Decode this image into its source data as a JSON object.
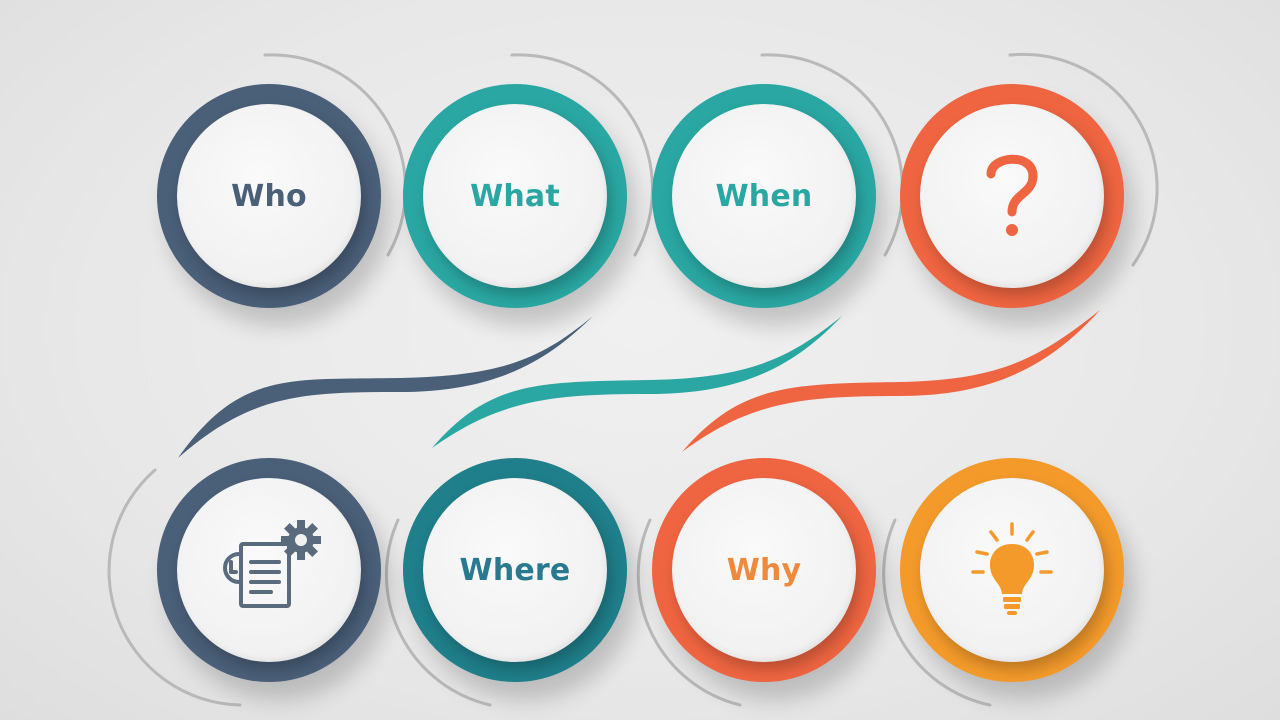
{
  "nodes": [
    {
      "id": "who",
      "label": "Who",
      "ring_color": "#4a5f78",
      "text_color": "#4a5f78"
    },
    {
      "id": "what",
      "label": "What",
      "ring_color": "#2aa7a2",
      "text_color": "#2aa7a2"
    },
    {
      "id": "when",
      "label": "When",
      "ring_color": "#2aa7a2",
      "text_color": "#2aa7a2"
    },
    {
      "id": "question",
      "label": "",
      "ring_color": "#ef6541",
      "text_color": "#ef6541",
      "icon": "question-mark-icon"
    },
    {
      "id": "how",
      "label": "",
      "ring_color": "#4a5f78",
      "text_color": "#5b6b7e",
      "icon": "document-gear-icon"
    },
    {
      "id": "where",
      "label": "Where",
      "ring_color": "#1f7f8a",
      "text_color": "#2a7a8f"
    },
    {
      "id": "why",
      "label": "Why",
      "ring_color": "#ef6541",
      "text_color": "#ef8a3c"
    },
    {
      "id": "idea",
      "label": "",
      "ring_color": "#f39a2b",
      "text_color": "#f39a2b",
      "icon": "lightbulb-icon"
    }
  ],
  "waves": [
    {
      "id": "wave-1",
      "color": "#4a5f78"
    },
    {
      "id": "wave-2",
      "color": "#2aa7a2"
    },
    {
      "id": "wave-3",
      "color": "#ef6541"
    }
  ],
  "arc_color": "#b9b9b9"
}
